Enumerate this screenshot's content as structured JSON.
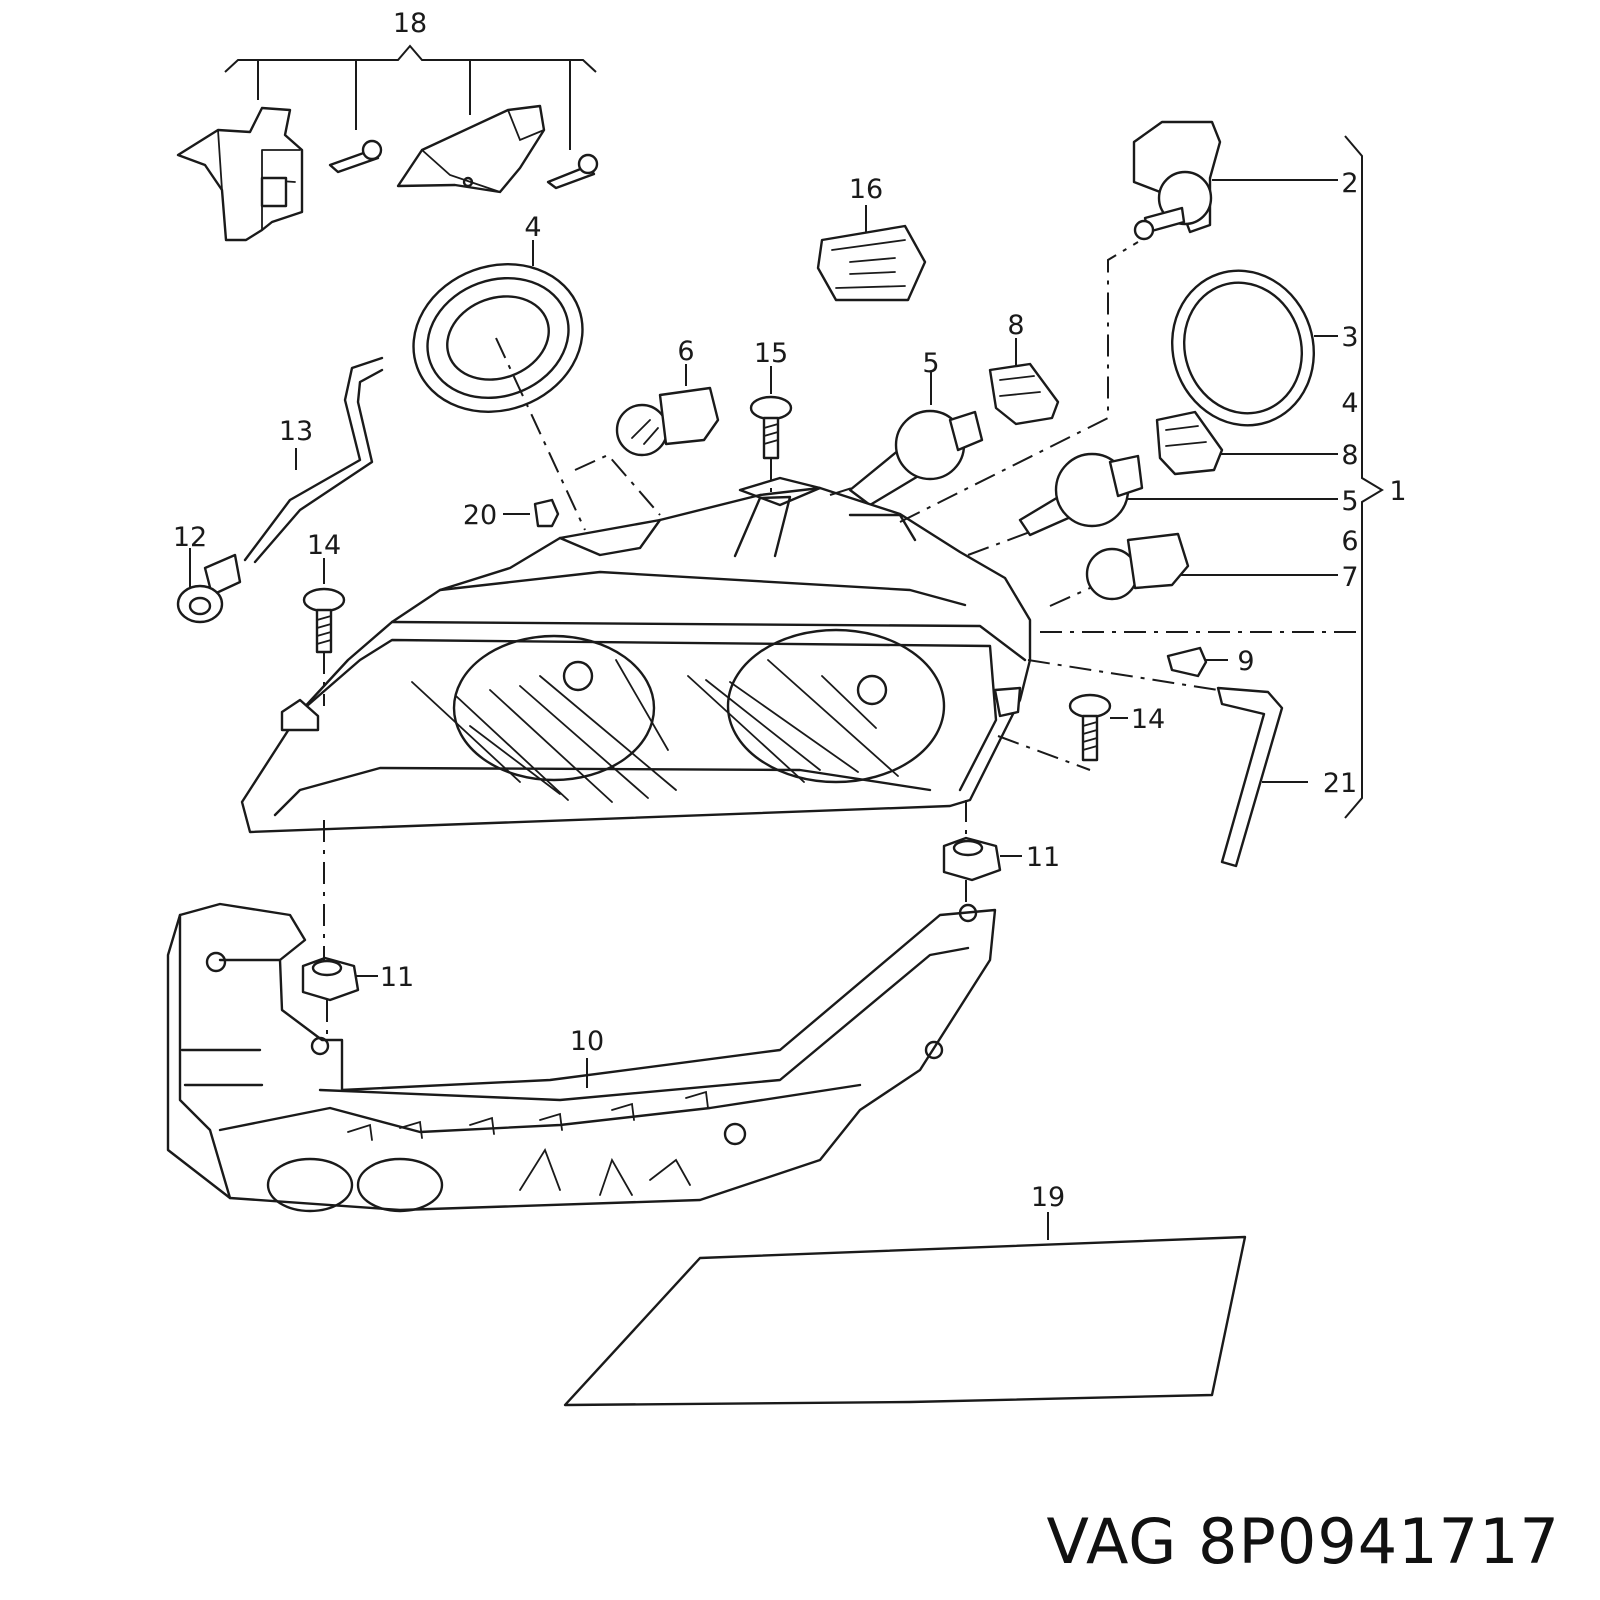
{
  "callouts": {
    "c1": "1",
    "c2": "2",
    "c3": "3",
    "c4a": "4",
    "c4b": "4",
    "c5a": "5",
    "c5b": "5",
    "c6a": "6",
    "c6b": "6",
    "c7": "7",
    "c8a": "8",
    "c8b": "8",
    "c9": "9",
    "c10": "10",
    "c11a": "11",
    "c11b": "11",
    "c12": "12",
    "c13": "13",
    "c14a": "14",
    "c14b": "14",
    "c15": "15",
    "c16": "16",
    "c18": "18",
    "c19": "19",
    "c20": "20",
    "c21": "21"
  },
  "part_number": "VAG 8P0941717"
}
